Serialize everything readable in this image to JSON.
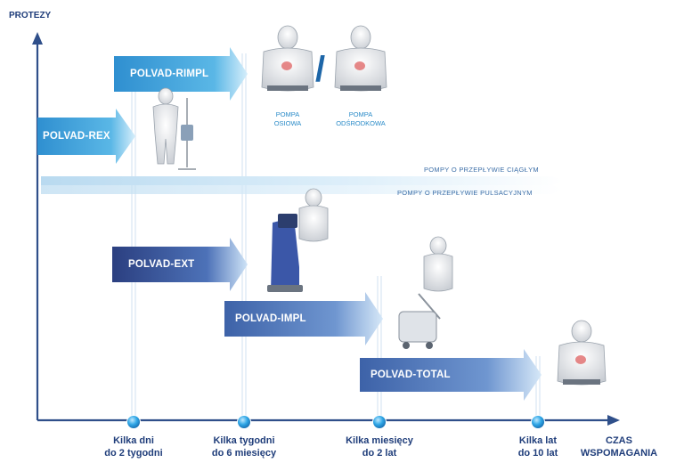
{
  "axes": {
    "y_title": "PROTEZY",
    "x_title_line1": "CZAS",
    "x_title_line2": "WSPOMAGANIA"
  },
  "ticks": [
    {
      "line1": "Kilka dni",
      "line2": "do 2 tygodni"
    },
    {
      "line1": "Kilka tygodni",
      "line2": "do 6 miesięcy"
    },
    {
      "line1": "Kilka miesięcy",
      "line2": "do 2 lat"
    },
    {
      "line1": "Kilka lat",
      "line2": "do 10 lat"
    }
  ],
  "devices": [
    {
      "name": "POLVAD-RIMPL"
    },
    {
      "name": "POLVAD-REX"
    },
    {
      "name": "POLVAD-EXT"
    },
    {
      "name": "POLVAD-IMPL"
    },
    {
      "name": "POLVAD-TOTAL"
    }
  ],
  "bands": {
    "continuous": "POMPY O PRZEPŁYWIE CIĄGŁYM",
    "pulsatile": "POMPY O PRZEPŁYWIE PULSACYJNYM"
  },
  "pumps": {
    "axial_line1": "POMPA",
    "axial_line2": "OSIOWA",
    "centrifugal_line1": "POMPA",
    "centrifugal_line2": "ODŚRODKOWA"
  },
  "colors": {
    "axis": "#2f4f8a",
    "tick_dot": "#29a3e3",
    "arrow_light": "#4aa8dc",
    "arrow_dark": "#3a4d8c",
    "arrow_mid": "#5a7fc0",
    "text": "#1f3d7a"
  }
}
